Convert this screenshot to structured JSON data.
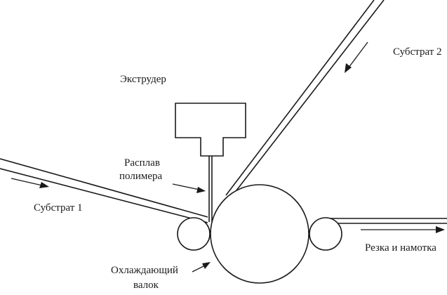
{
  "labels": {
    "extruder": "Экструдер",
    "melt_line1": "Расплав",
    "melt_line2": "полимера",
    "substrate1": "Субстрат 1",
    "substrate2": "Субстрат 2",
    "cutting_winding": "Резка и намотка",
    "chill_roll_line1": "Охлаждающий",
    "chill_roll_line2": "валок"
  },
  "colors": {
    "line": "#1a1a1a",
    "background": "#ffffff"
  }
}
